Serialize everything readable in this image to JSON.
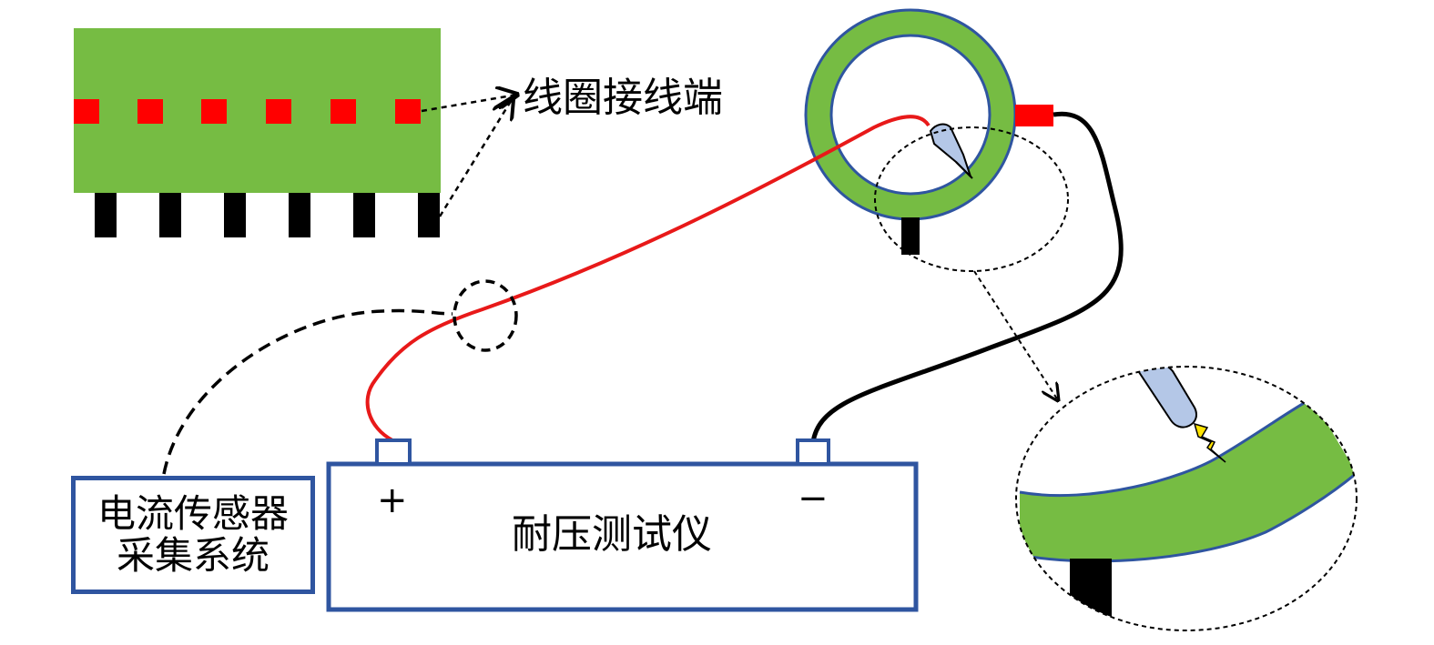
{
  "labels": {
    "coil_terminal": "线圈接线端",
    "tester": "耐压测试仪",
    "plus": "+",
    "minus": "−",
    "sensor_line1": "电流传感器",
    "sensor_line2": "采集系统"
  },
  "colors": {
    "coil_green": "#76BC43",
    "outline_blue": "#2F55A0",
    "terminal_red": "#FF0000",
    "wire_red": "#E81919",
    "wire_black": "#000000",
    "probe_blue": "#B4C7E7",
    "spark_yellow": "#FFE300"
  },
  "icons": {
    "probe": "probe-needle-icon",
    "spark": "lightning-spark-icon"
  }
}
